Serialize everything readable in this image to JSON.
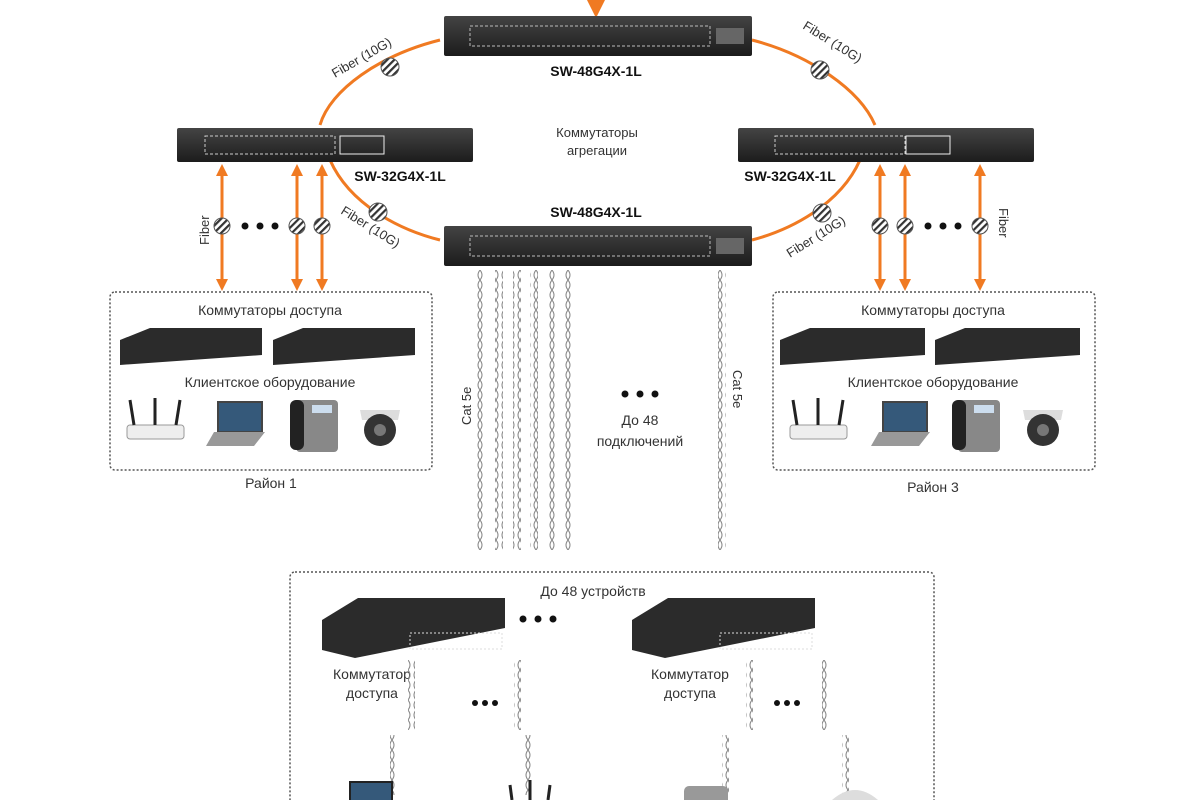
{
  "colors": {
    "fiber": "#f07a22",
    "switch_body": "#2a2a2a",
    "box_border": "#555555",
    "cable": "#888888"
  },
  "core": {
    "top_switch": {
      "model": "SW-48G4X-1L"
    },
    "bottom_switch": {
      "model": "SW-48G4X-1L"
    },
    "left_switch": {
      "model": "SW-32G4X-1L"
    },
    "right_switch": {
      "model": "SW-32G4X-1L"
    },
    "aggregation_label_line1": "Коммутаторы",
    "aggregation_label_line2": "агрегации",
    "ring_links": [
      "Fiber (10G)",
      "Fiber (10G)",
      "Fiber (10G)",
      "Fiber (10G)"
    ]
  },
  "left_district": {
    "uplink_label": "Fiber",
    "access_title": "Коммутаторы доступа",
    "client_title": "Клиентское оборудование",
    "name": "Район 1",
    "clients": [
      "router-icon",
      "laptop-icon",
      "phone-icon",
      "camera-icon"
    ]
  },
  "right_district": {
    "uplink_label": "Fiber",
    "access_title": "Коммутаторы доступа",
    "client_title": "Клиентское оборудование",
    "name": "Район 3",
    "clients": [
      "router-icon",
      "laptop-icon",
      "phone-icon",
      "camera-icon"
    ]
  },
  "center_links": {
    "left_label": "Cat 5e",
    "right_label": "Cat 5e",
    "count_line1": "До 48",
    "count_line2": "подключений"
  },
  "bottom_group": {
    "title": "До 48 устройств",
    "switch_label_line1": "Коммутатор",
    "switch_label_line2": "доступа"
  }
}
